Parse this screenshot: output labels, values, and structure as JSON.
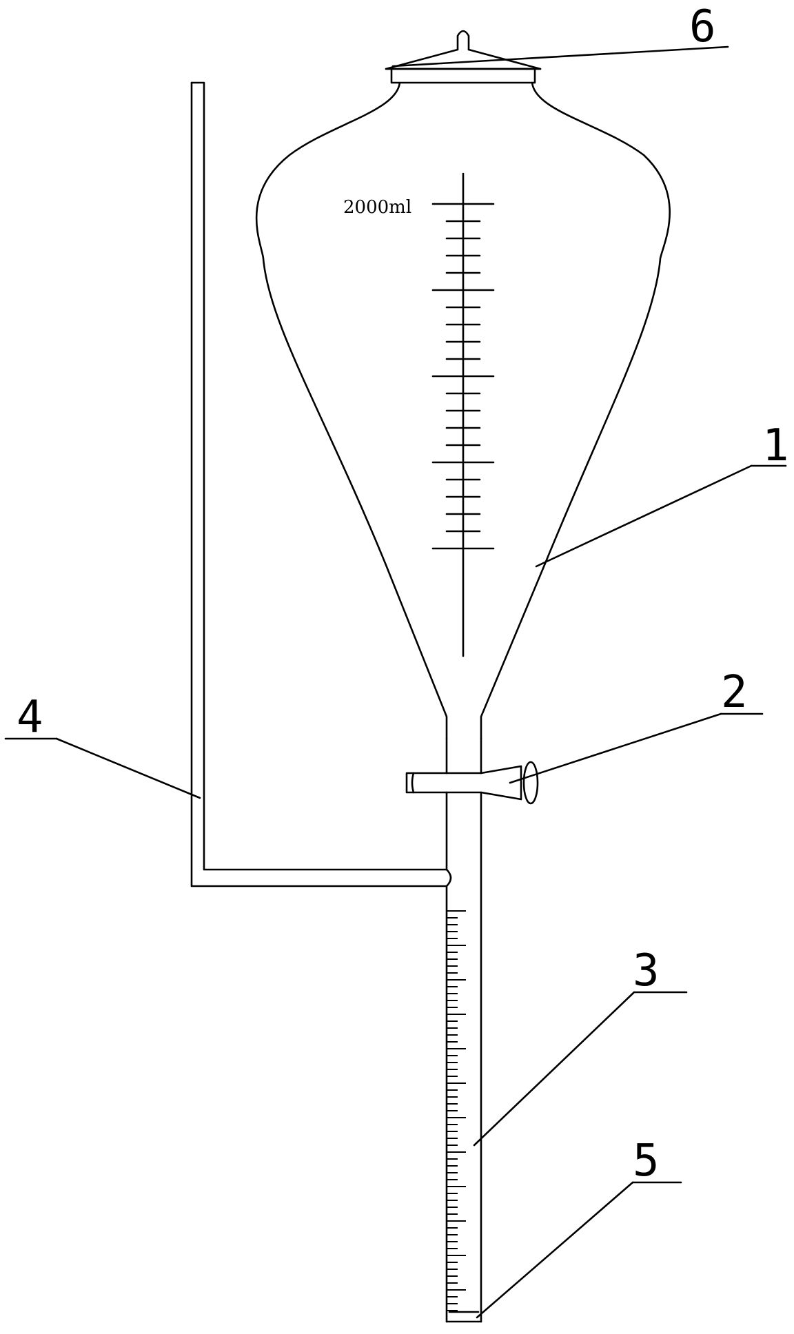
{
  "diagram": {
    "capacity_label": "2000ml",
    "parts": [
      {
        "key": "funnel",
        "number": "1"
      },
      {
        "key": "stopcock",
        "number": "2"
      },
      {
        "key": "graduated-tube",
        "number": "3"
      },
      {
        "key": "side-tube",
        "number": "4"
      },
      {
        "key": "tube-bottom",
        "number": "5"
      },
      {
        "key": "lid",
        "number": "6"
      }
    ]
  }
}
